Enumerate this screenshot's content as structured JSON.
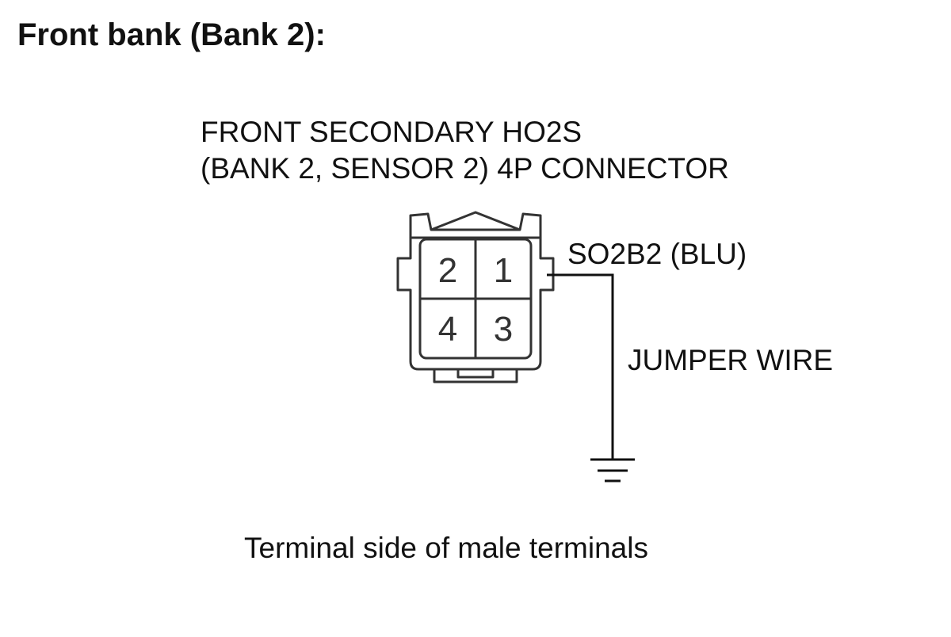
{
  "heading": "Front bank (Bank 2):",
  "connector": {
    "label_line1": "FRONT SECONDARY HO2S",
    "label_line2": "(BANK 2, SENSOR 2) 4P CONNECTOR",
    "pins": [
      "2",
      "1",
      "4",
      "3"
    ]
  },
  "wire_label": "SO2B2 (BLU)",
  "jumper_label": "JUMPER WIRE",
  "footer": "Terminal side of male terminals",
  "colors": {
    "line": "#111111",
    "connector_outline": "#333333"
  }
}
